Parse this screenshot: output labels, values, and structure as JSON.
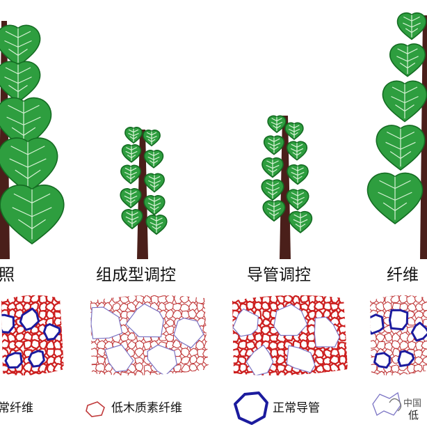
{
  "panels": [
    {
      "label": "照"
    },
    {
      "label": "组成型调控"
    },
    {
      "label": "导管调控"
    },
    {
      "label": "纤维"
    }
  ],
  "legend": [
    {
      "label": "常纤维",
      "icon": "normal-fiber-icon"
    },
    {
      "label": "低木质素纤维",
      "icon": "low-lignin-fiber-icon"
    },
    {
      "label": "正常导管",
      "icon": "normal-vessel-icon"
    }
  ],
  "watermark": {
    "text": "中国",
    "tail": "低"
  },
  "colors": {
    "leaf": "#2e9e3f",
    "leaf_edge": "#146b22",
    "trunk": "#4a1f1a",
    "normal_fiber": "#cc1f1f",
    "low_lignin_fiber": "#c0393a",
    "normal_vessel": "#1b1b9e",
    "low_lignin_vessel": "#7b74c4"
  }
}
